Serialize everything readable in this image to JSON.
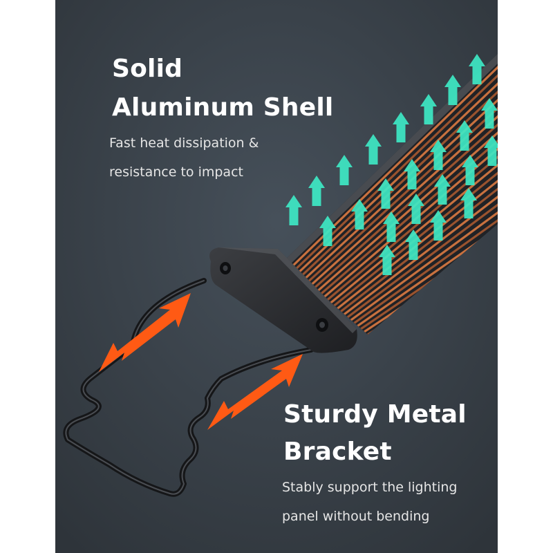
{
  "feature_top": {
    "title_line1": "Solid",
    "title_line2": "Aluminum Shell",
    "desc_line1": "Fast heat dissipation &",
    "desc_line2": "resistance to impact"
  },
  "feature_bottom": {
    "title_line1": "Sturdy Metal",
    "title_line2": "Bracket",
    "desc_line1": "Stably support the lighting",
    "desc_line2": "panel without bending"
  },
  "colors": {
    "background": "#3a4148",
    "heat_arrow": "#3ee8c4",
    "copper_fin": "#b4633a",
    "bracket_arrow": "#ff5a14"
  },
  "icons": {
    "heat_arrow": "up-arrow-icon",
    "bracket_arrow": "double-arrow-icon"
  }
}
